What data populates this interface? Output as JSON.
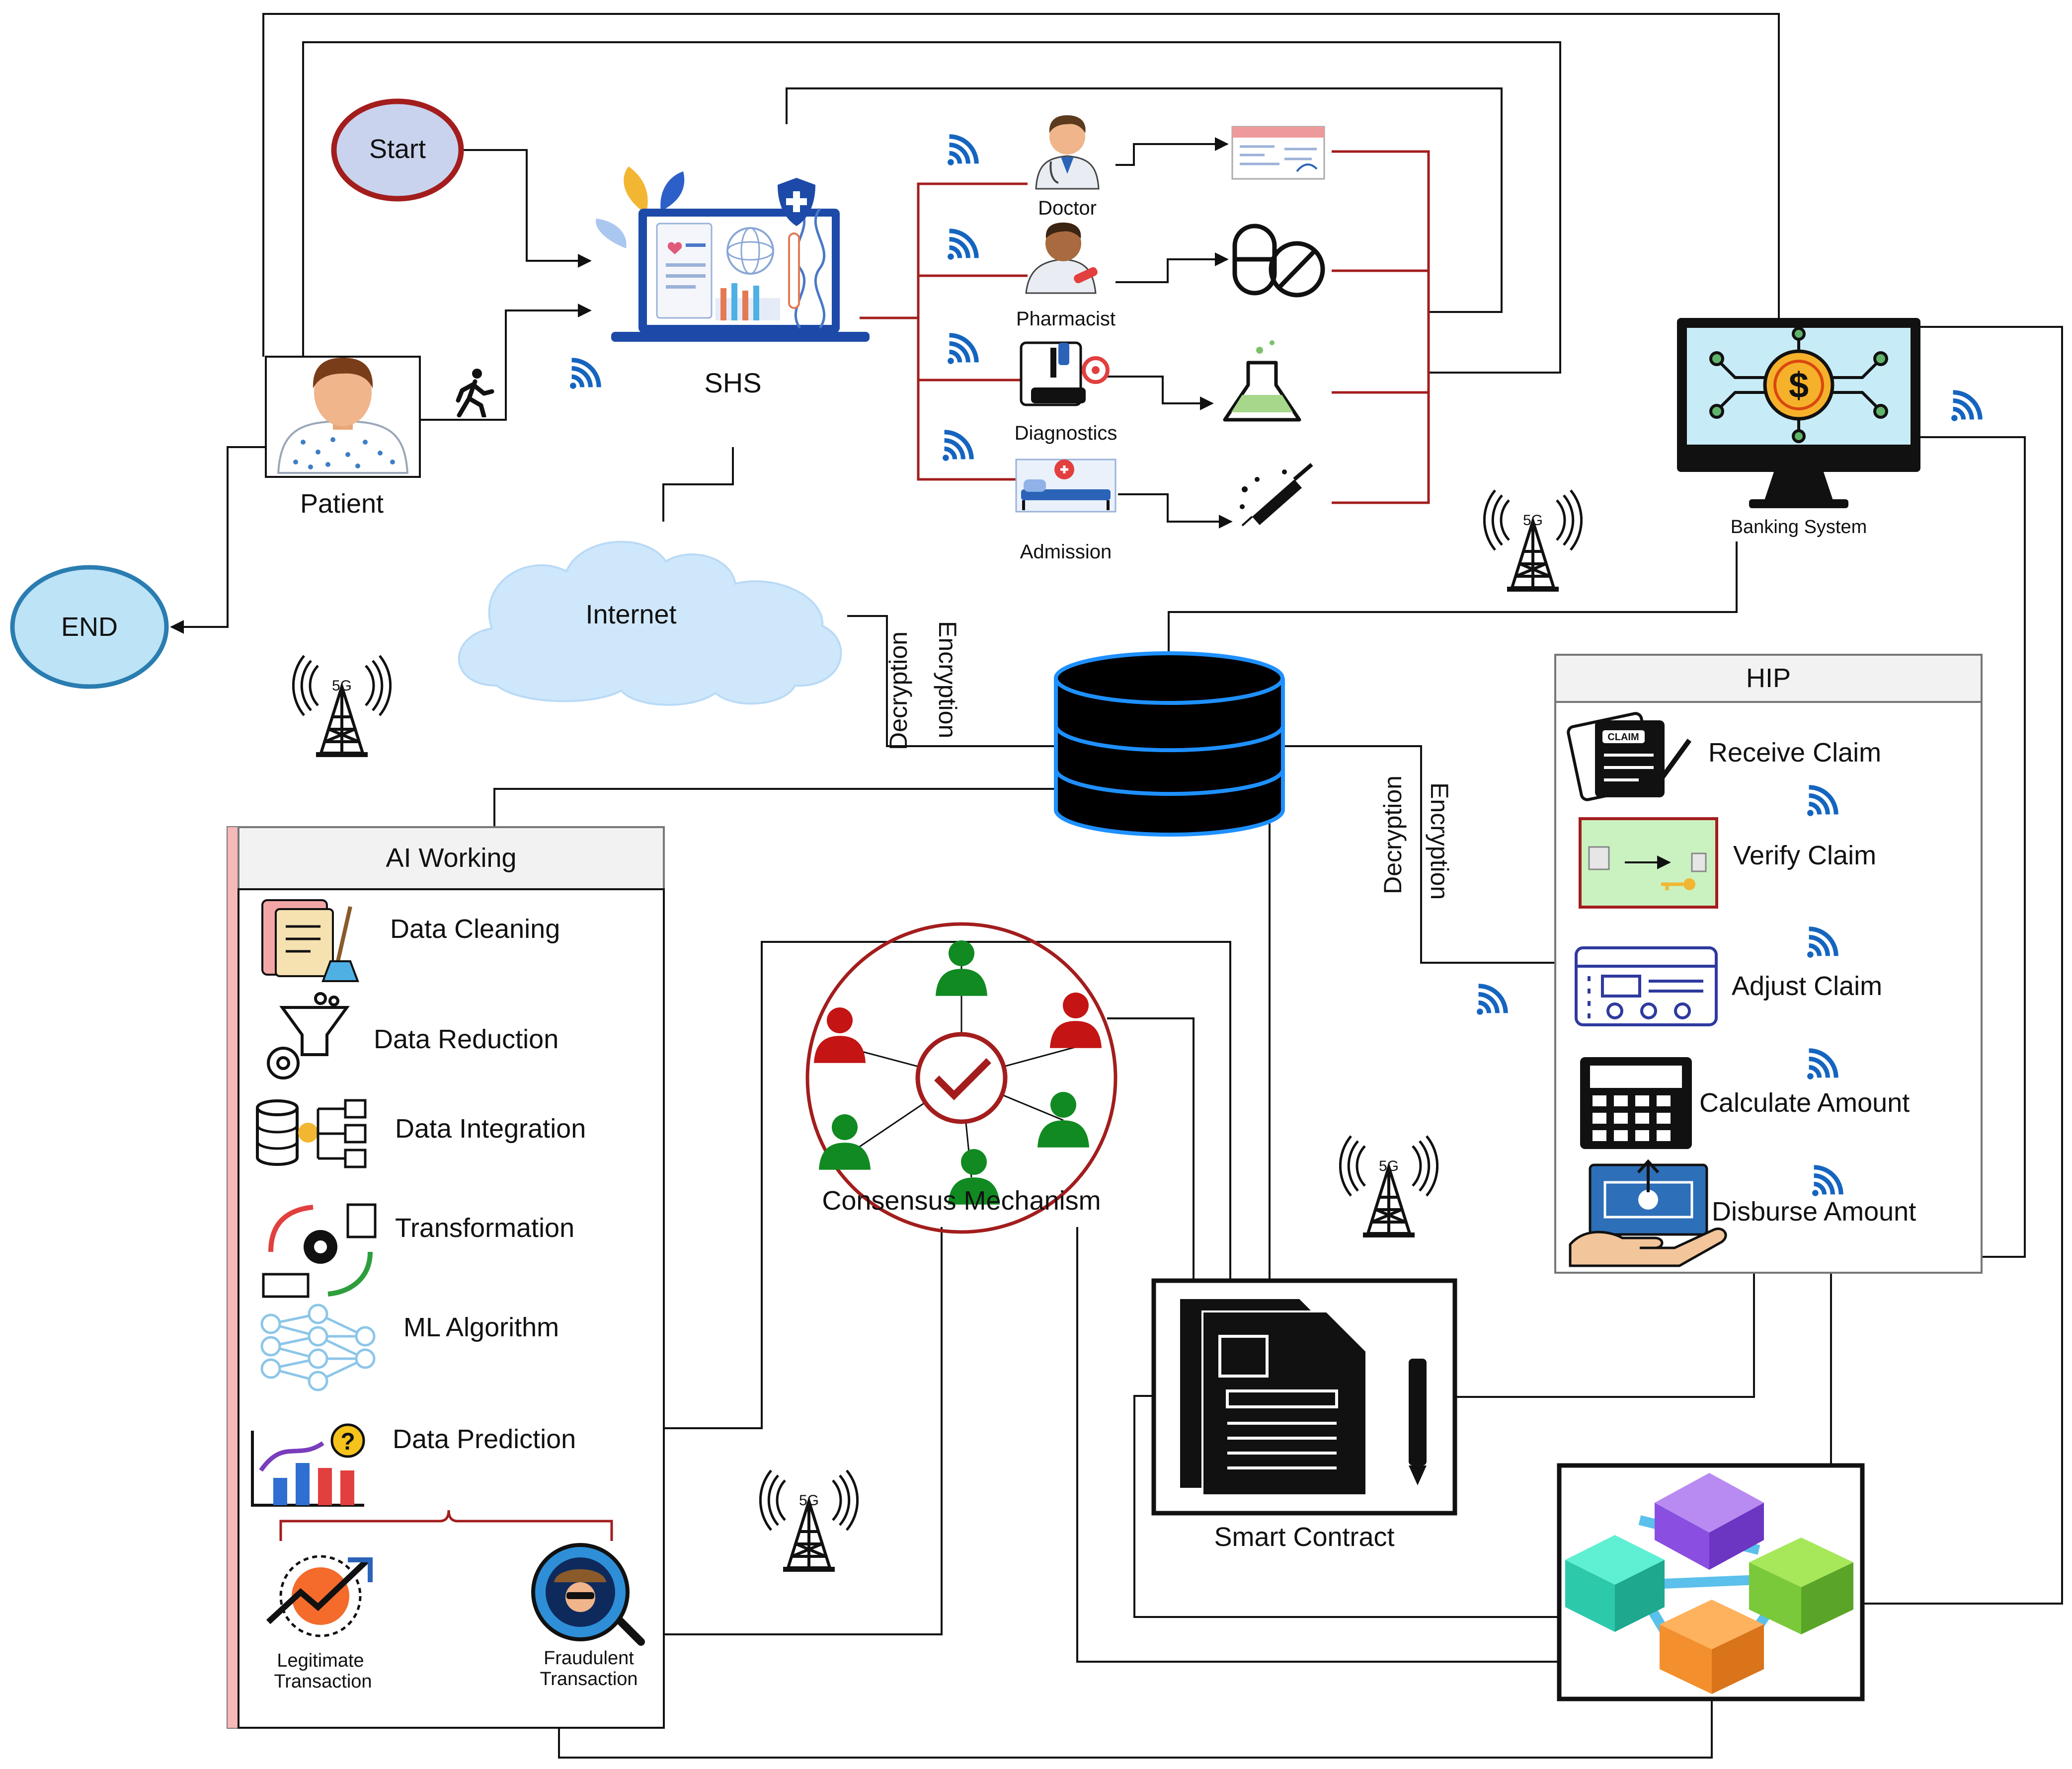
{
  "nodes": {
    "start": "Start",
    "end": "END",
    "patient": "Patient",
    "shs": "SHS",
    "internet": "Internet",
    "banking_system": "Banking System",
    "smart_contract": "Smart Contract",
    "consensus": "Consensus Mechanism"
  },
  "services": {
    "doctor": "Doctor",
    "pharmacist": "Pharmacist",
    "diagnostics": "Diagnostics",
    "admission": "Admission"
  },
  "security": {
    "decryption": "Decryption",
    "encryption": "Encryption"
  },
  "network_badge": "5G",
  "ai_working": {
    "title": "AI Working",
    "steps": [
      "Data Cleaning",
      "Data Reduction",
      "Data Integration",
      "Transformation",
      "ML Algorithm",
      "Data Prediction"
    ],
    "outcomes": {
      "legitimate_1": "Legitimate",
      "legitimate_2": "Transaction",
      "fraudulent_1": "Fraudulent",
      "fraudulent_2": "Transaction"
    }
  },
  "hip": {
    "title": "HIP",
    "steps": [
      "Receive Claim",
      "Verify Claim",
      "Adjust Claim",
      "Calculate Amount",
      "Disburse Amount"
    ],
    "claim_tag": "CLAIM"
  },
  "colors": {
    "accent_red": "#a31d1d",
    "wifi_blue": "#1565c0",
    "start_fill": "#c9d3ee",
    "end_fill": "#bde3f7",
    "verify_fill": "#c9f2c0",
    "node_green": "#118a22",
    "node_red": "#c41414"
  }
}
